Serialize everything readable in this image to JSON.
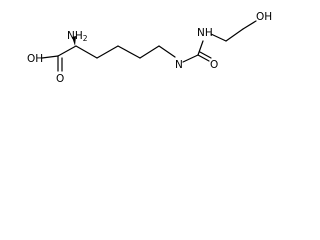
{
  "diagram": {
    "type": "skeletal-structure",
    "atoms": {
      "nh2": "NH",
      "nh2_sub": "2",
      "oh_acid": "OH",
      "o_acid": "O",
      "nh_amide": "N",
      "nh_urea": "NH",
      "o_urea": "O",
      "oh_end": "OH"
    }
  }
}
